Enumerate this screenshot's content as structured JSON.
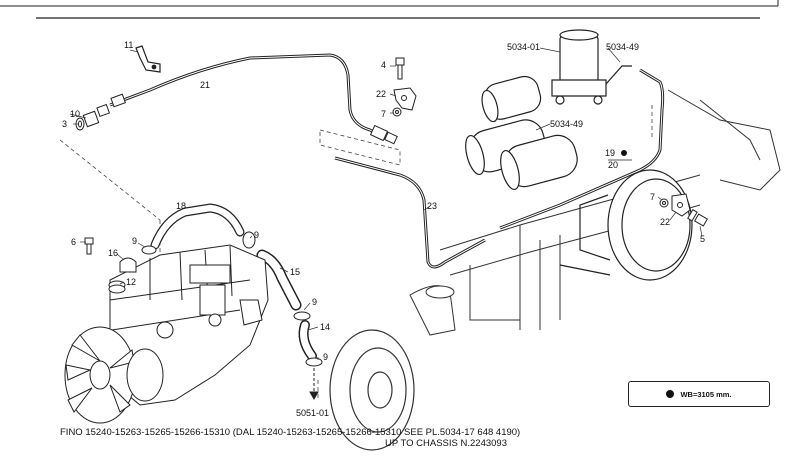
{
  "diagram": {
    "callouts": [
      {
        "id": "c11",
        "text": "11"
      },
      {
        "id": "c21",
        "text": "21"
      },
      {
        "id": "c10",
        "text": "10"
      },
      {
        "id": "c3",
        "text": "3"
      },
      {
        "id": "c4",
        "text": "4"
      },
      {
        "id": "c22a",
        "text": "22"
      },
      {
        "id": "c7a",
        "text": "7"
      },
      {
        "id": "c5034_01",
        "text": "5034-01"
      },
      {
        "id": "c5034_49a",
        "text": "5034-49"
      },
      {
        "id": "c5034_49b",
        "text": "5034-49"
      },
      {
        "id": "c19",
        "text": "19"
      },
      {
        "id": "c20",
        "text": "20"
      },
      {
        "id": "c23",
        "text": "23"
      },
      {
        "id": "c18",
        "text": "18"
      },
      {
        "id": "c6",
        "text": "6"
      },
      {
        "id": "c9a",
        "text": "9"
      },
      {
        "id": "c9b",
        "text": "9"
      },
      {
        "id": "c16",
        "text": "16"
      },
      {
        "id": "c12",
        "text": "12"
      },
      {
        "id": "c15",
        "text": "15"
      },
      {
        "id": "c9c",
        "text": "9"
      },
      {
        "id": "c14",
        "text": "14"
      },
      {
        "id": "c9d",
        "text": "9"
      },
      {
        "id": "c5051_01",
        "text": "5051-01"
      },
      {
        "id": "c7b",
        "text": "7"
      },
      {
        "id": "c22b",
        "text": "22"
      },
      {
        "id": "c5",
        "text": "5"
      }
    ],
    "legend": {
      "marker": "filled-circle-icon",
      "text": "WB=3105 mm."
    },
    "footer": {
      "line1": "FINO 15240-15263-15265-15266-15310 (DAL 15240-15263-15265-15266-15310 SEE PL.5034-17 648 4190)",
      "line2": "UP TO CHASSIS N.2243093"
    }
  }
}
